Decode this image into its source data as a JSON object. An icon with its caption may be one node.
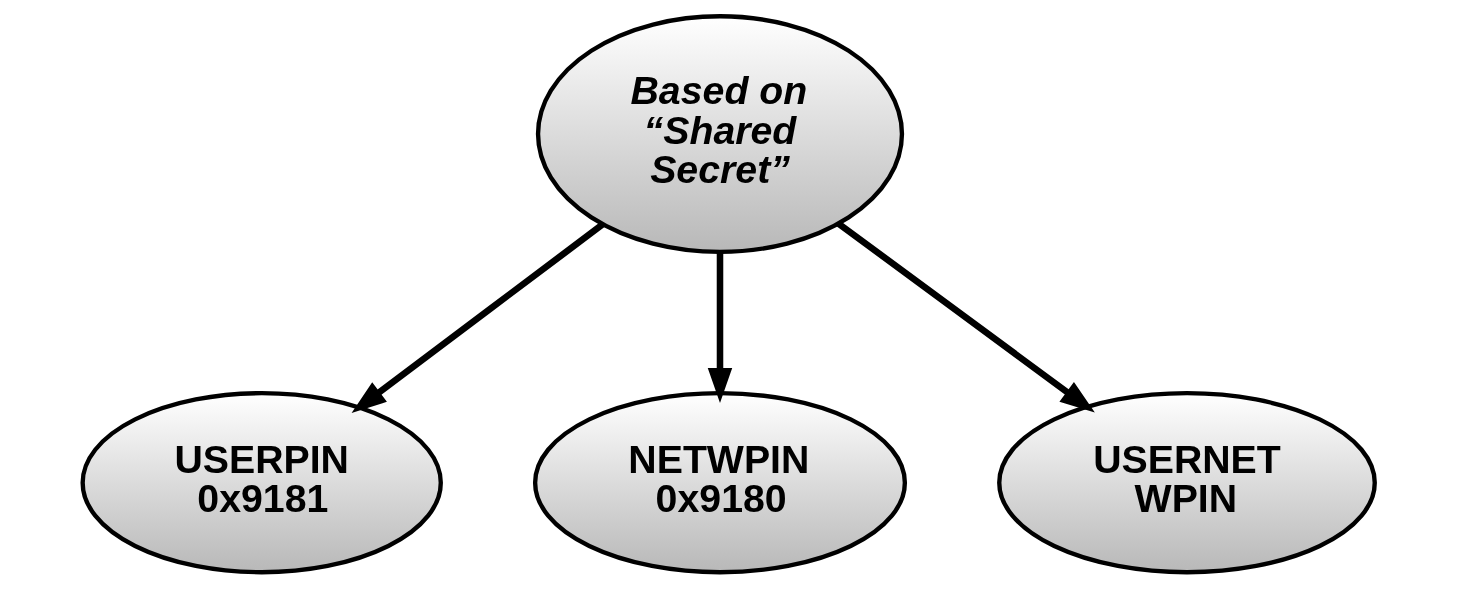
{
  "diagram": {
    "nodes": [
      {
        "text": [
          "Based on “Shared Secret”"
        ]
      },
      {
        "text": [
          "USERPIN 0x9181"
        ]
      },
      {
        "text": [
          "NETWPIN 0x9180"
        ]
      },
      {
        "text": [
          "USERNET WPIN"
        ]
      }
    ],
    "edges": [
      {
        "from": 0,
        "to": 1,
        "arrow": "to"
      },
      {
        "from": 0,
        "to": 2,
        "arrow": "to"
      },
      {
        "from": 0,
        "to": 3,
        "arrow": "to"
      }
    ]
  }
}
